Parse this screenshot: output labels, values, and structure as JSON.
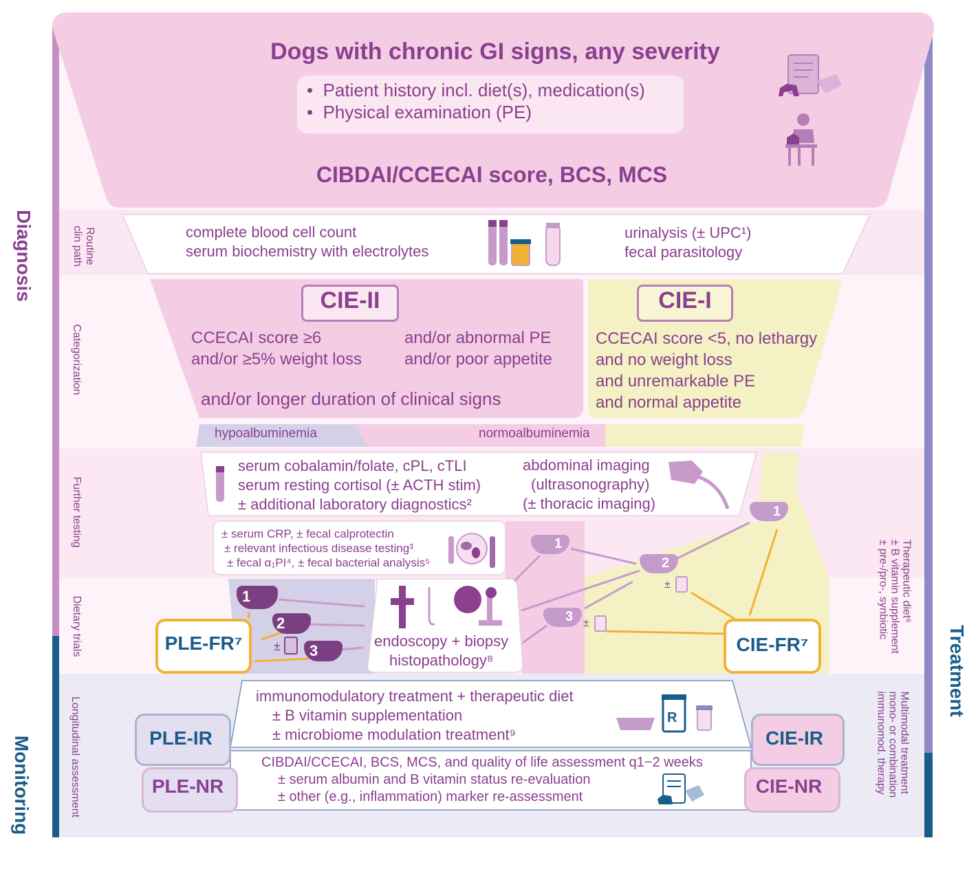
{
  "colors": {
    "purple_text": "#8a3f8f",
    "pink": "#f4cde4",
    "pink_light": "#fbe9f3",
    "yellow": "#f4f2c4",
    "lavender": "#d9d3ea",
    "navy": "#1a5c8a",
    "orange": "#f2b133",
    "row_alt": "#fbe8f2"
  },
  "top": {
    "title": "Dogs with chronic GI signs, any severity",
    "bullet1": "Patient history incl. diet(s), medication(s)",
    "bullet2": "Physical examination (PE)",
    "score": "CIBDAI/CCECAI score, BCS, MCS"
  },
  "side_left": {
    "diagnosis": "Diagnosis",
    "monitoring": "Monitoring"
  },
  "side_right": {
    "treatment": "Treatment",
    "treat_upper": [
      "Therapeutic diet⁶",
      "± B vitamin supplement",
      "± pre-/pro-, synbiotic"
    ],
    "treat_lower": [
      "Multimodal treatment",
      "mono- or combination",
      "immunomod. therapy"
    ]
  },
  "row_labels": {
    "routine": [
      "Routine",
      "clin path"
    ],
    "categorization": "Categorization",
    "further": "Further testing",
    "dietary": "Dietary trials",
    "longitudinal": "Longitudinal assessment"
  },
  "routine": {
    "left1": "complete blood cell count",
    "left2": "serum biochemistry with electrolytes",
    "right1": "urinalysis (± UPC¹)",
    "right2": "fecal parasitology"
  },
  "cie2": {
    "label": "CIE-II",
    "l1": "CCECAI score ≥6",
    "l2": "and/or ≥5% weight loss",
    "r1": "and/or abnormal PE",
    "r2": "and/or poor appetite",
    "bottom": "and/or longer duration of clinical signs"
  },
  "cie1": {
    "label": "CIE-I",
    "l1": "CCECAI score <5, no lethargy",
    "l2": "and no weight loss",
    "l3": "and unremarkable PE",
    "l4": "and normal appetite"
  },
  "albumin": {
    "hypo": "hypoalbuminemia",
    "normo": "normoalbuminemia"
  },
  "further": {
    "lab1": "serum cobalamin/folate, cPL, cTLI",
    "lab2": "serum resting cortisol (± ACTH stim)",
    "lab3": "± additional laboratory diagnostics²",
    "img1": "abdominal imaging",
    "img2": "(ultrasonography)",
    "img3": "(± thoracic imaging)",
    "ext1": "± serum CRP, ± fecal calprotectin",
    "ext2": "± relevant infectious disease testing³",
    "ext3": "± fecal α₁PI⁴, ± fecal bacterial analysis⁵"
  },
  "dietary": {
    "endo1": "endoscopy + biopsy",
    "endo2": "histopathology⁸",
    "ple_fr": "PLE-FR⁷",
    "cie_fr": "CIE-FR⁷",
    "bowl1": "1",
    "bowl2": "2",
    "bowl3": "3",
    "pm": "±"
  },
  "longitudinal": {
    "t1": "immunomodulatory treatment + therapeutic diet",
    "t2": "± B vitamin supplementation",
    "t3": "± microbiome modulation treatment⁹",
    "m1": "CIBDAI/CCECAI, BCS, MCS, and quality of life assessment q1−2 weeks",
    "m2": "± serum albumin and B vitamin status re-evaluation",
    "m3": "± other (e.g., inflammation) marker re-assessment",
    "ple_ir": "PLE-IR",
    "ple_nr": "PLE-NR",
    "cie_ir": "CIE-IR",
    "cie_nr": "CIE-NR"
  }
}
